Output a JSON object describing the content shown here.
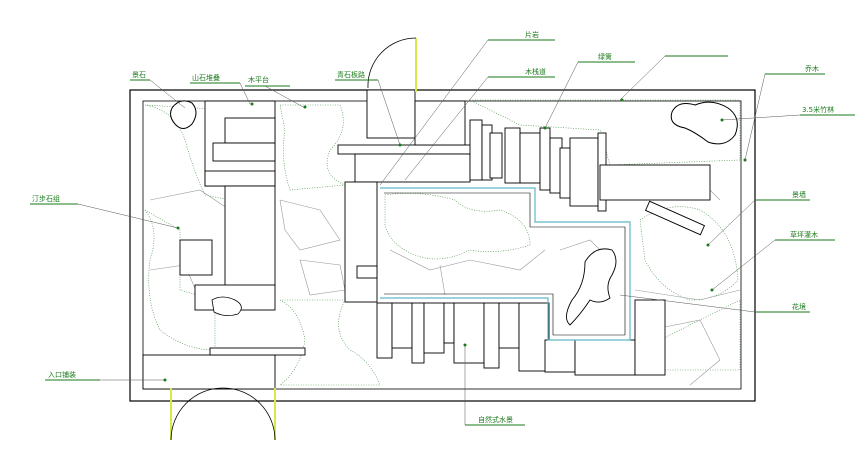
{
  "labels": [
    {
      "id": "label-top-1",
      "text": "景石"
    },
    {
      "id": "label-top-2",
      "text": "山石堆叠"
    },
    {
      "id": "label-top-3",
      "text": "木平台"
    },
    {
      "id": "label-top-4",
      "text": "青石板路"
    },
    {
      "id": "label-top-5",
      "text": "片岩"
    },
    {
      "id": "label-top-6",
      "text": "木栈道"
    },
    {
      "id": "label-top-7",
      "text": "绿篱"
    },
    {
      "id": "label-right-1",
      "text": "乔木"
    },
    {
      "id": "label-right-2",
      "text": "3.5米竹林"
    },
    {
      "id": "label-right-3",
      "text": "景墙"
    },
    {
      "id": "label-right-4",
      "text": "草坪灌木"
    },
    {
      "id": "label-right-5",
      "text": "花境"
    },
    {
      "id": "label-left-1",
      "text": "汀步石组"
    },
    {
      "id": "label-left-2",
      "text": "入口铺装"
    },
    {
      "id": "label-bottom-1",
      "text": "自然式水景"
    }
  ],
  "colors": {
    "label": "#1a7a1a",
    "water": "#5fb8c8",
    "door": "#d7e84a",
    "planting": "#3a8a3a"
  }
}
